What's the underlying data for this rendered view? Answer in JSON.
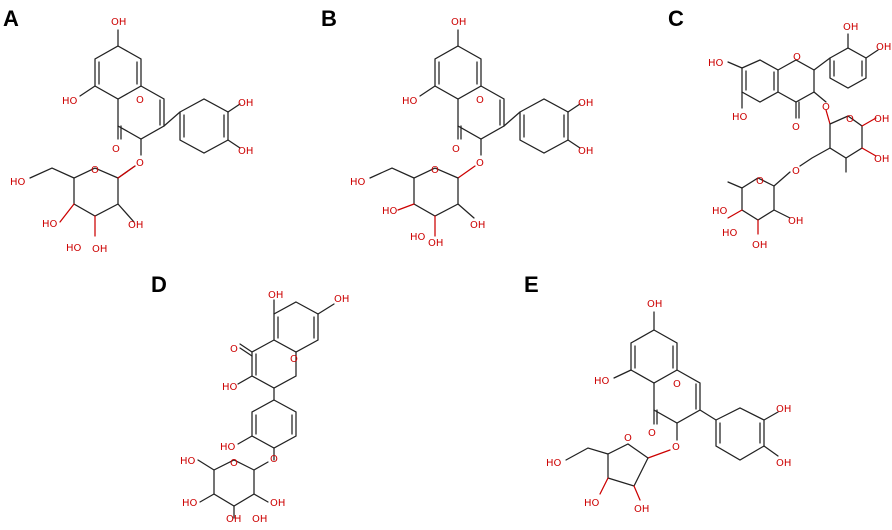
{
  "panels": [
    {
      "id": "A",
      "label": "A",
      "atoms": {
        "o1": "OH",
        "o2": "HO",
        "o3": "O",
        "o4": "O",
        "o5": "O",
        "o6": "OH",
        "o7": "OH",
        "o8": "HO",
        "o9": "O",
        "o10": "HO",
        "o11": "HO",
        "o12": "OH",
        "o13": "OH"
      }
    },
    {
      "id": "B",
      "label": "B",
      "atoms": {
        "o1": "OH",
        "o2": "HO",
        "o3": "O",
        "o4": "O",
        "o5": "O",
        "o6": "OH",
        "o7": "OH",
        "o8": "HO",
        "o9": "O",
        "o10": "HO",
        "o11": "HO",
        "o12": "OH",
        "o13": "OH"
      }
    },
    {
      "id": "C",
      "label": "C",
      "atoms": {
        "o1": "OH",
        "o2": "OH",
        "o3": "HO",
        "o4": "O",
        "o5": "O",
        "o6": "HO",
        "o7": "O",
        "o8": "O",
        "o9": "OH",
        "o10": "OH",
        "o11": "O",
        "o12": "O",
        "o13": "HO",
        "o14": "HO",
        "o15": "OH",
        "o16": "OH"
      }
    },
    {
      "id": "D",
      "label": "D",
      "atoms": {
        "o1": "OH",
        "o2": "OH",
        "o3": "O",
        "o4": "O",
        "o5": "HO",
        "o6": "HO",
        "o7": "O",
        "o8": "HO",
        "o9": "O",
        "o10": "OH",
        "o11": "HO",
        "o12": "OH",
        "o13": "OH"
      }
    },
    {
      "id": "E",
      "label": "E",
      "atoms": {
        "o1": "OH",
        "o2": "HO",
        "o3": "O",
        "o4": "O",
        "o5": "HO",
        "o6": "O",
        "o7": "O",
        "o8": "OH",
        "o9": "OH",
        "o10": "HO",
        "o11": "OH"
      }
    }
  ],
  "colors": {
    "oxygen": "#cc0000",
    "bond": "#222222",
    "label": "#000000"
  }
}
